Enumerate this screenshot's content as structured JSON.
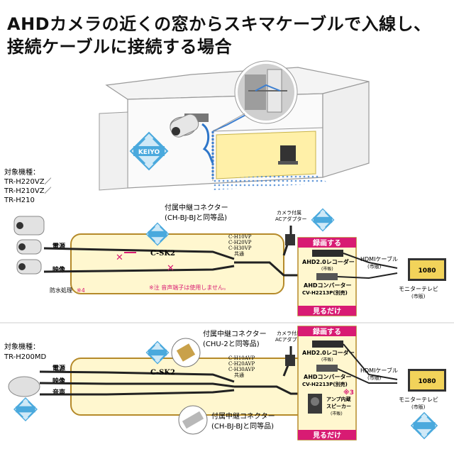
{
  "heading": {
    "line1": "AHDカメラの近くの窓からスキマケーブルで入線し、",
    "line2": "接続ケーブルに接続する場合"
  },
  "logo_text": "KEIYO",
  "section1": {
    "target_label": "対象機種：",
    "models": [
      "TR-H220VZ／",
      "TR-H210VZ／",
      "TR-H210"
    ],
    "connector_label": "付属中継コネクター",
    "connector_sub": "(CH-BJ-BJと同等品)",
    "sk2": "C-SK2",
    "cables": [
      "C-H10VP",
      "C-H20VP",
      "C-H30VP",
      "共通"
    ],
    "power": "電源",
    "video": "映像",
    "note_mark": "※4",
    "waterproof": "防水処理",
    "note_audio": "※注 音声端子は使用しません。",
    "adapter": "カメラ付属",
    "adapter2": "ACアダプター",
    "rec_banner": "録画する",
    "recorder": "AHD2.0レコーダー",
    "recorder_sub": "(市販)",
    "converter": "AHDコンバーター",
    "converter_model": "CV-H2213P(別売)",
    "view_banner": "見るだけ",
    "hdmi": "HDMIケーブル",
    "hdmi_sub": "(市販)",
    "monitor": "モニターテレビ",
    "monitor_sub": "(市販)",
    "tv_text": "1080"
  },
  "section2": {
    "target_label": "対象機種：",
    "model": "TR-H200MD",
    "connector_top": "付属中継コネクター",
    "connector_top_sub": "(CHU-2と同等品)",
    "connector_bottom": "付属中継コネクター",
    "connector_bottom_sub": "(CH-BJ-BJと同等品)",
    "sk2": "C-SK2",
    "cables": [
      "C-H10AVP",
      "C-H20AVP",
      "C-H30AVP",
      "共通"
    ],
    "power": "電源",
    "video": "映像",
    "audio": "音声",
    "adapter": "カメラ付属",
    "adapter2": "ACアダプター",
    "rec_banner": "録画する",
    "recorder": "AHD2.0レコーダー",
    "recorder_sub": "(市販)",
    "converter": "AHDコンバーター",
    "converter_model": "CV-H2213P(別売)",
    "speaker": "アンプ内蔵",
    "speaker2": "スピーカー",
    "speaker_sub": "(市販)",
    "note_mark": "※3",
    "view_banner": "見るだけ",
    "hdmi": "HDMIケーブル",
    "hdmi_sub": "(市販)",
    "monitor": "モニターテレビ",
    "monitor_sub": "(市販)",
    "tv_text": "1080"
  },
  "colors": {
    "banner_pink": "#d81b73",
    "box_yellow": "#fff7cf",
    "cable_gold": "#b58a2a",
    "logo_blue": "#4aa9dd"
  }
}
